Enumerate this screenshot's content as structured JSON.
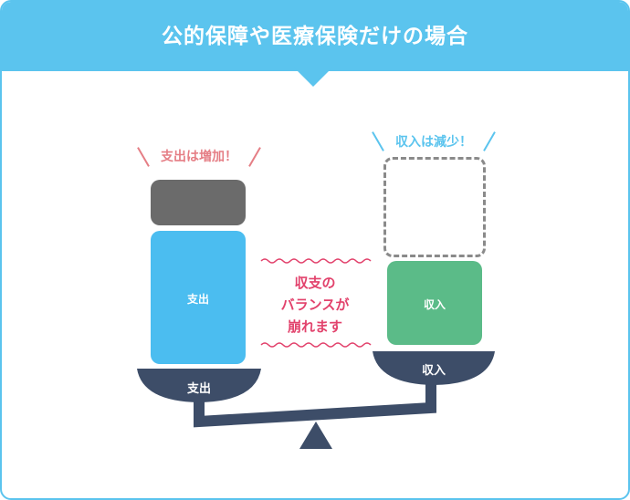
{
  "header": {
    "title": "公的保障や医療保険だけの場合"
  },
  "left_side": {
    "callout": "支出は増加！",
    "block_label": "支出",
    "pan_label": "支出"
  },
  "right_side": {
    "callout": "収入は減少！",
    "block_label": "収入",
    "pan_label": "収入"
  },
  "center_message": {
    "line1": "収支の",
    "line2": "バランスが",
    "line3": "崩れます"
  },
  "colors": {
    "header": "#5bc4ee",
    "expense_block": "#4bbdf0",
    "expense_extra": "#6b6b6b",
    "income_block": "#5bbb88",
    "scale": "#3d4d68",
    "warning_text": "#e2426c",
    "expense_callout": "#e57e85",
    "income_callout": "#5bc4ee"
  }
}
